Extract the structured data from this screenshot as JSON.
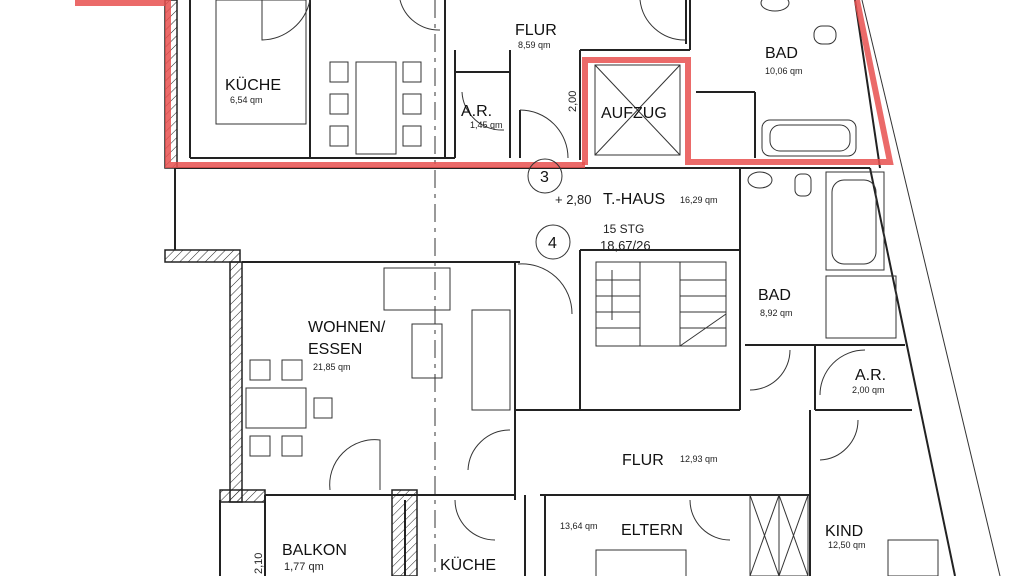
{
  "rooms": {
    "kueche_top": {
      "name": "KÜCHE",
      "area": "6,54 qm"
    },
    "flur_top": {
      "name": "FLUR",
      "area": "8,59 qm"
    },
    "ar_top": {
      "name": "A.R.",
      "area": "1,45 qm"
    },
    "aufzug": {
      "name": "AUFZUG"
    },
    "bad_top": {
      "name": "BAD",
      "area": "10,06 qm"
    },
    "treppenhaus": {
      "level": "+ 2,80",
      "name": "T.-HAUS",
      "area": "16,29 qm"
    },
    "stairs": {
      "count": "15 STG",
      "ratio": "18,67/26"
    },
    "bad_right": {
      "name": "BAD",
      "area": "8,92 qm"
    },
    "wohnen": {
      "name1": "WOHNEN/",
      "name2": "ESSEN",
      "area": "21,85 qm"
    },
    "ar_right": {
      "name": "A.R.",
      "area": "2,00 qm"
    },
    "flur_bottom": {
      "name": "FLUR",
      "area": "12,93 qm"
    },
    "eltern": {
      "name": "ELTERN",
      "area": "13,64 qm"
    },
    "kind": {
      "name": "KIND",
      "area": "12,50 qm"
    },
    "balkon": {
      "name": "BALKON",
      "area": "1,77 qm"
    },
    "kueche_bottom": {
      "name": "KÜCHE"
    }
  },
  "markers": {
    "m3": "3",
    "m4": "4"
  },
  "dimensions": {
    "aufzug_width": "2,00",
    "balkon_depth": "2,10"
  },
  "colors": {
    "highlight": "#e8504f"
  }
}
